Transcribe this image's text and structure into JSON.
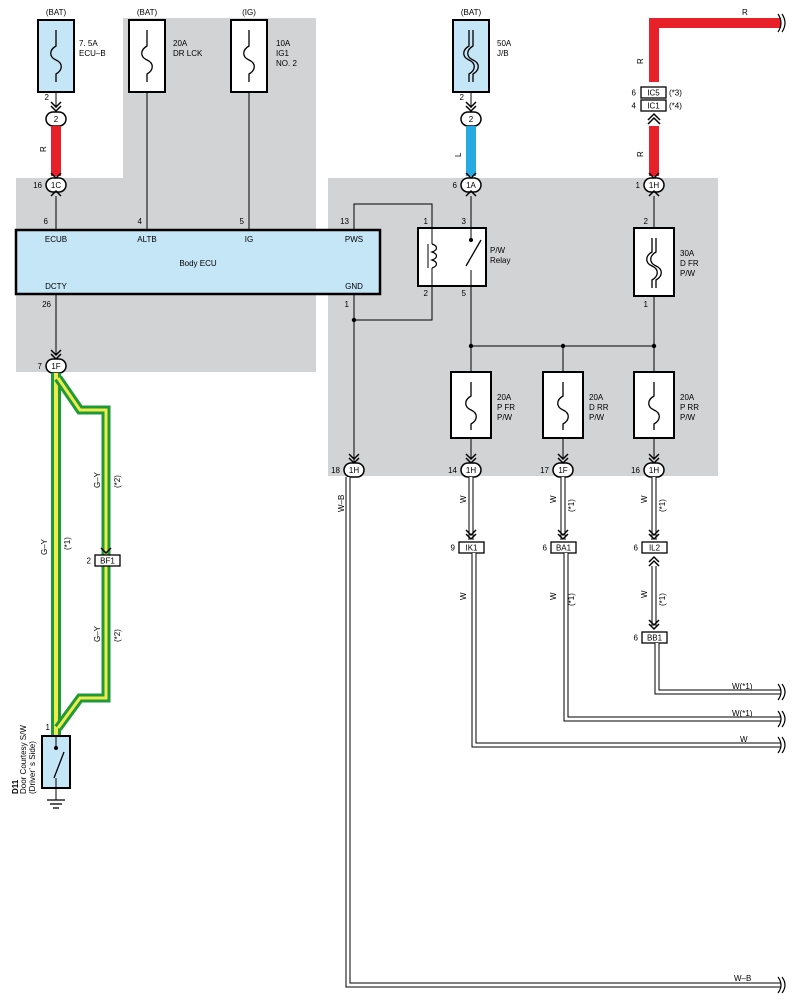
{
  "sources": {
    "bat1": "(BAT)",
    "bat2": "(BAT)",
    "ig": "(IG)",
    "bat3": "(BAT)"
  },
  "fuses": {
    "ecub": {
      "line1": "7. 5A",
      "line2": "ECU–B"
    },
    "drlck": {
      "line1": "20A",
      "line2": "DR LCK"
    },
    "ig1": {
      "line1": "10A",
      "line2": "IG1",
      "line3": "NO. 2"
    },
    "jb": {
      "line1": "50A",
      "line2": "J/B"
    },
    "dfr": {
      "line1": "30A",
      "line2": "D FR",
      "line3": "P/W"
    },
    "pfr": {
      "line1": "20A",
      "line2": "P FR",
      "line3": "P/W"
    },
    "drr": {
      "line1": "20A",
      "line2": "D RR",
      "line3": "P/W"
    },
    "prr": {
      "line1": "20A",
      "line2": "P RR",
      "line3": "P/W"
    }
  },
  "ecu": {
    "name": "Body ECU",
    "pins": {
      "ecub": "ECUB",
      "altb": "ALTB",
      "ig": "IG",
      "pws": "PWS",
      "dcty": "DCTY",
      "gnd": "GND"
    },
    "pin_numbers": {
      "ecub": "6",
      "altb": "4",
      "ig": "5",
      "pws": "13",
      "dcty": "26",
      "gnd": "1"
    }
  },
  "relay": {
    "line1": "P/W",
    "line2": "Relay",
    "pins": {
      "p1": "1",
      "p2": "2",
      "p3": "3",
      "p5": "5"
    }
  },
  "connectors": {
    "c_2a": {
      "label": "2",
      "pin": "2"
    },
    "c_1c": {
      "label": "1C",
      "pin": "16"
    },
    "c_1f_top": {
      "label": "1F",
      "pin": "7"
    },
    "c_2b": {
      "label": "2",
      "pin": "2"
    },
    "c_1a": {
      "label": "1A",
      "pin": "6"
    },
    "c_1h_top": {
      "label": "1H",
      "pin": "1"
    },
    "c_ic5": {
      "label": "IC5",
      "pin": "6",
      "note": "(*3)"
    },
    "c_ic1": {
      "label": "IC1",
      "pin": "4",
      "note": "(*4)"
    },
    "c_1h_18": {
      "label": "1H",
      "pin": "18"
    },
    "c_1h_14": {
      "label": "1H",
      "pin": "14"
    },
    "c_1f_17": {
      "label": "1F",
      "pin": "17"
    },
    "c_1h_16": {
      "label": "1H",
      "pin": "16"
    },
    "c_bf1": {
      "label": "BF1",
      "pin": "2"
    },
    "c_ik1": {
      "label": "IK1",
      "pin": "9"
    },
    "c_ba1": {
      "label": "BA1",
      "pin": "6"
    },
    "c_il2": {
      "label": "IL2",
      "pin": "6"
    },
    "c_bb1": {
      "label": "BB1",
      "pin": "6"
    }
  },
  "fuse_pins": {
    "ecub_out": "2",
    "jb_out": "2",
    "dfr_in": "2",
    "dfr_out": "1"
  },
  "wires": {
    "r_top": "R",
    "r_1": "R",
    "r_2": "R",
    "r_3": "R",
    "l": "L",
    "gy1": "G–Y",
    "gy1_note": "(*1)",
    "gy2": "G–Y",
    "gy2_note": "(*2)",
    "gy3": "G–Y",
    "gy3_note": "(*2)",
    "wb": "W–B",
    "w_ik_a": "W",
    "w_ba_a": "W",
    "w_ba_a_note": "(*1)",
    "w_il_a": "W",
    "w_il_a_note": "(*1)",
    "w_ik_b": "W",
    "w_ba_b": "W",
    "w_ba_b_note": "(*1)",
    "w_bb_b": "W",
    "w_bb_b_note": "(*1)",
    "out1": "W(*1)",
    "out2": "W(*1)",
    "out3": "W",
    "out4": "W–B"
  },
  "door_switch": {
    "code": "D11",
    "line1": "Door Courtesy S/W",
    "line2": "(Driver’ s Side)",
    "pin": "1"
  },
  "colors": {
    "red": "#e8202a",
    "blue": "#27a9e1",
    "green": "#1e9a37",
    "yellow": "#f2ea4c",
    "ecu_fill": "#c5e6f7",
    "shade": "#d2d3d5"
  }
}
